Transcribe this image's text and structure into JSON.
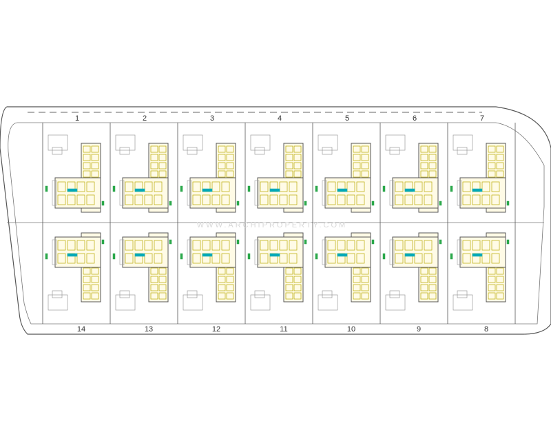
{
  "plan": {
    "top_row_lots": [
      "1",
      "2",
      "3",
      "4",
      "5",
      "6",
      "7"
    ],
    "bottom_row_lots": [
      "14",
      "13",
      "12",
      "11",
      "10",
      "9",
      "8"
    ],
    "watermark": "WWW.ARCHIPROPERTY.COM"
  },
  "colors": {
    "linework": "#555555",
    "fine_lines": "#9a9a9a",
    "room_outline": "#b8a800",
    "floor_fill": "#fffbe6",
    "pool_accent": "#00a9b8",
    "planting": "#2aa84a",
    "background": "#ffffff"
  }
}
